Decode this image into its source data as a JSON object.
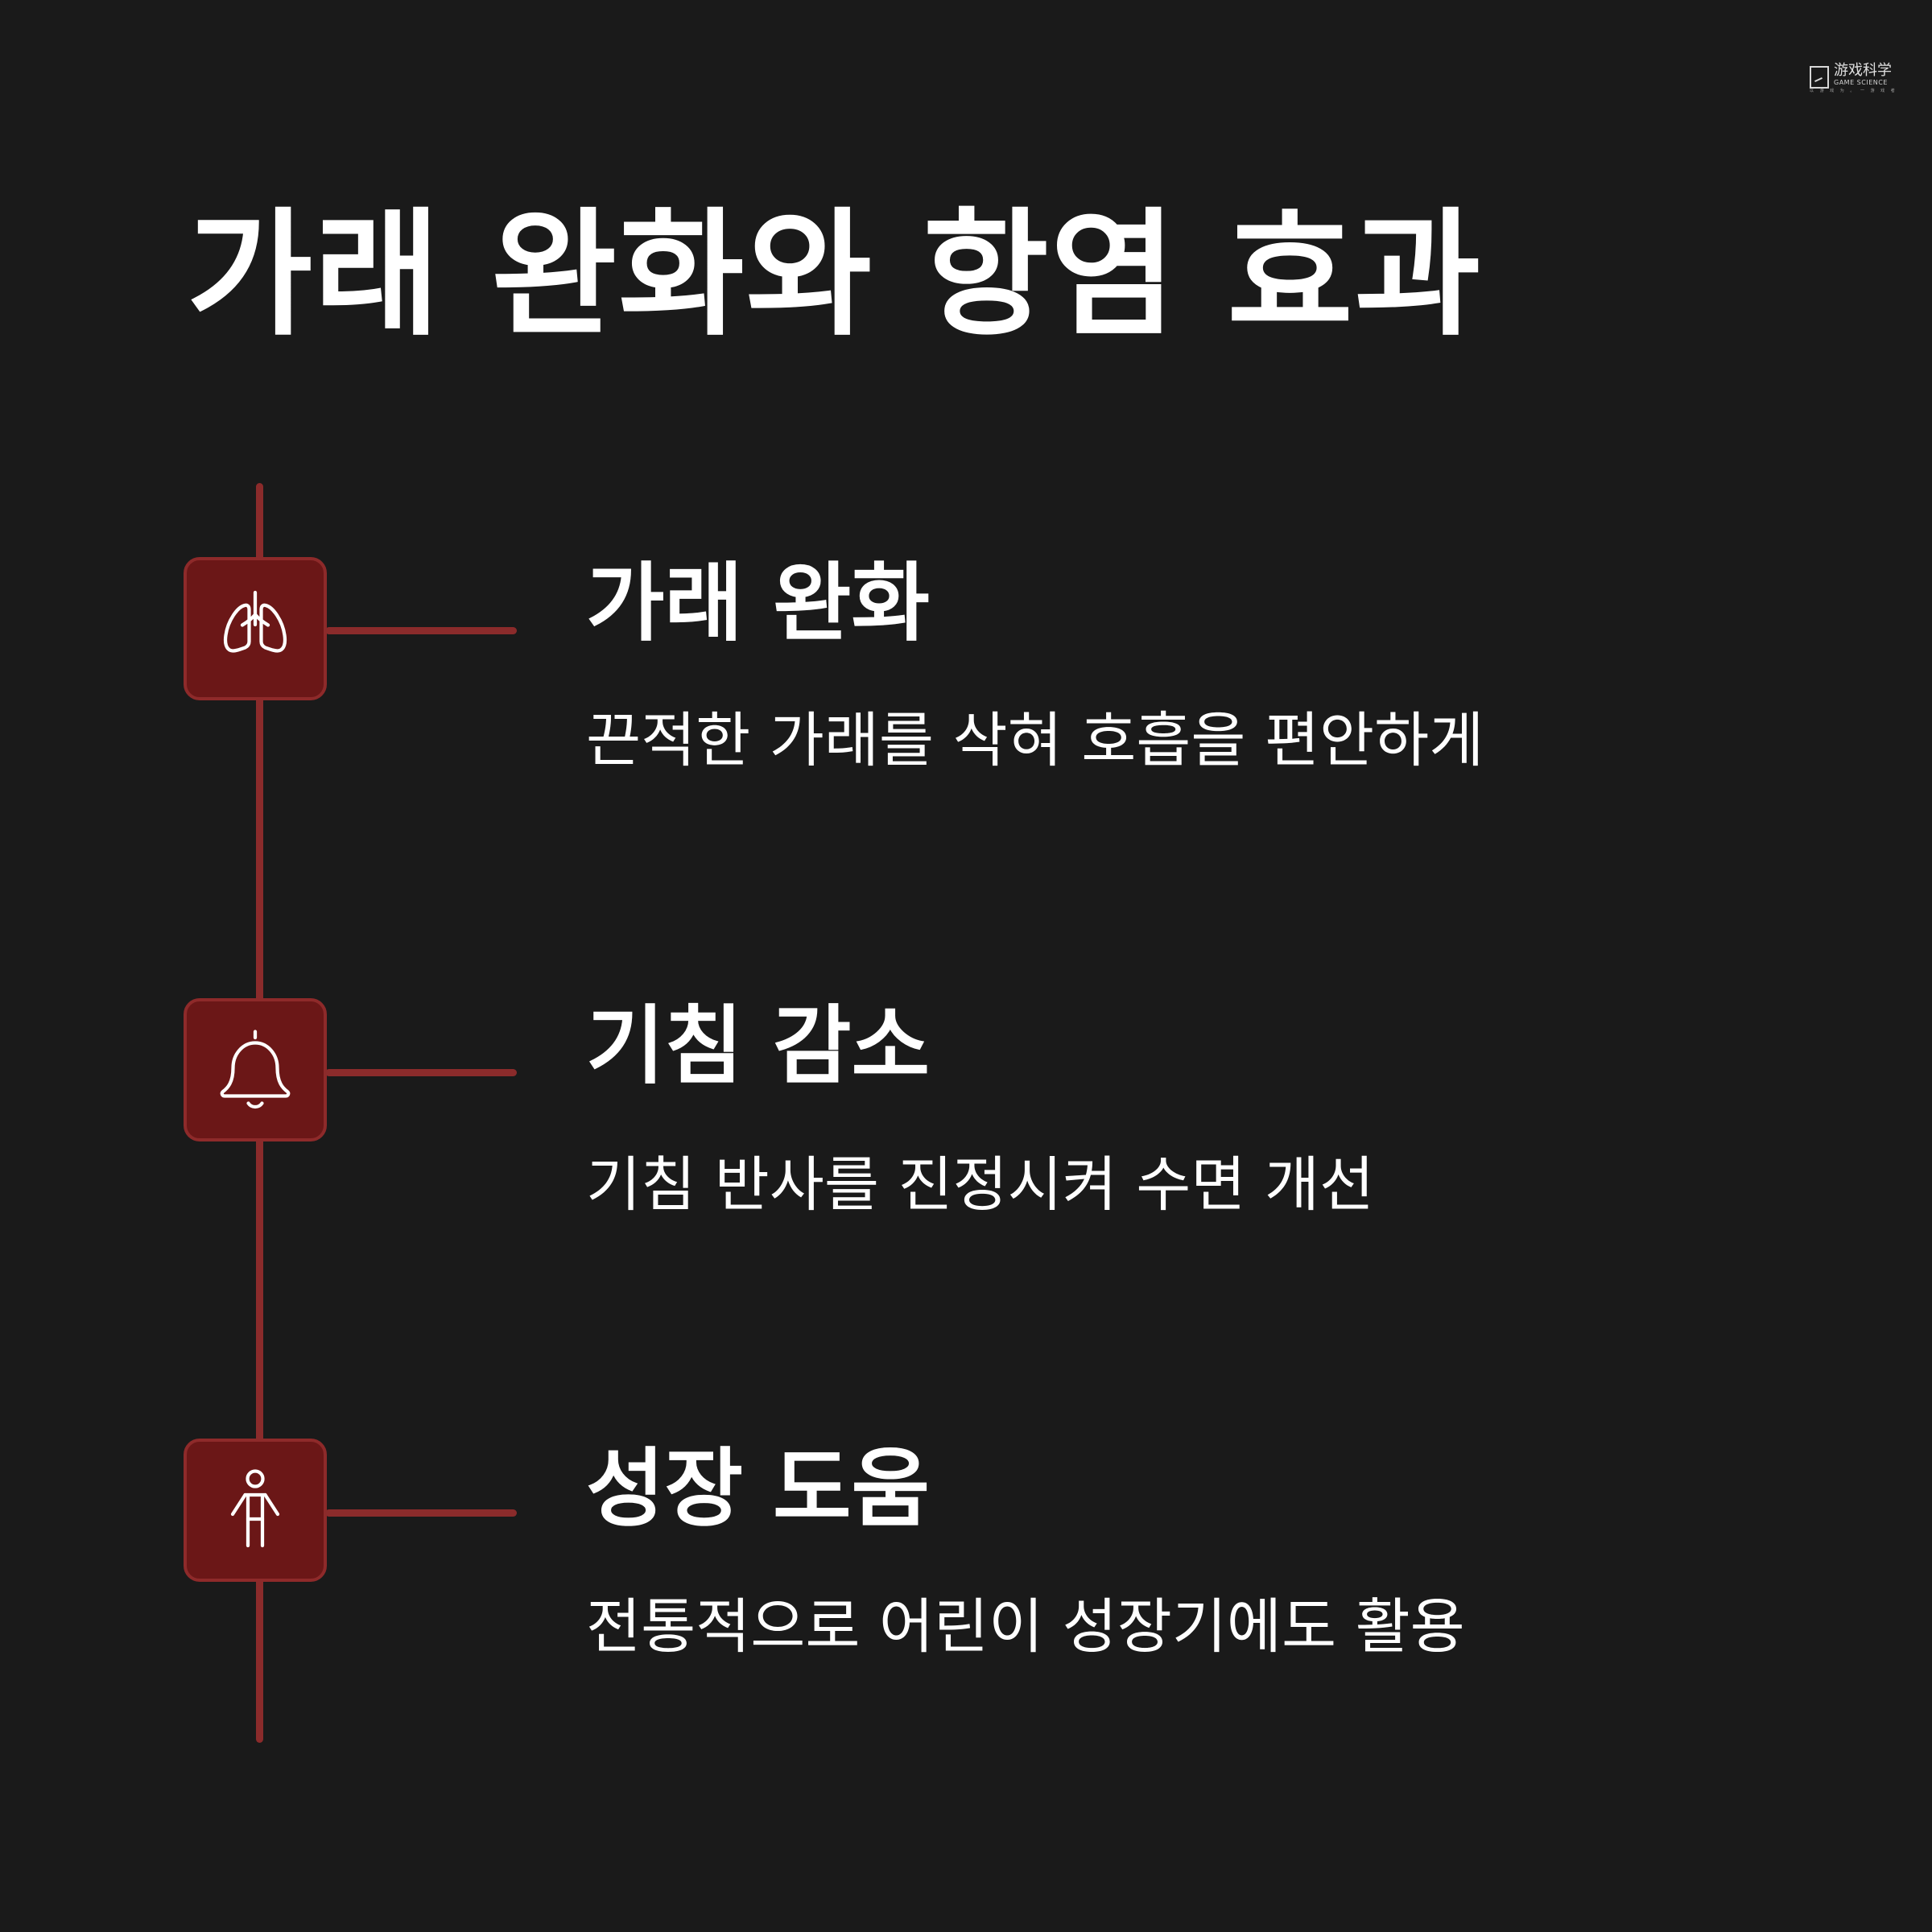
{
  "logo": {
    "name_cn": "游戏科学",
    "name_en": "GAME SCIENCE",
    "sub": "以 游 戏 为 。 一 游 戏 者"
  },
  "title": "가래 완화와 항염 효과",
  "colors": {
    "background": "#1a1a1a",
    "accent_line": "#8b2b2b",
    "icon_box": "#6b1717",
    "text": "#ffffff"
  },
  "items": [
    {
      "icon": "lungs-icon",
      "title": "가래 완화",
      "desc": "끈적한 가래를 삭혀 호흡을 편안하게"
    },
    {
      "icon": "bell-icon",
      "title": "기침 감소",
      "desc": "기침 반사를 진정시켜 수면 개선"
    },
    {
      "icon": "child-icon",
      "title": "성장 도움",
      "desc": "전통적으로 어린이 성장기에도 활용"
    }
  ]
}
